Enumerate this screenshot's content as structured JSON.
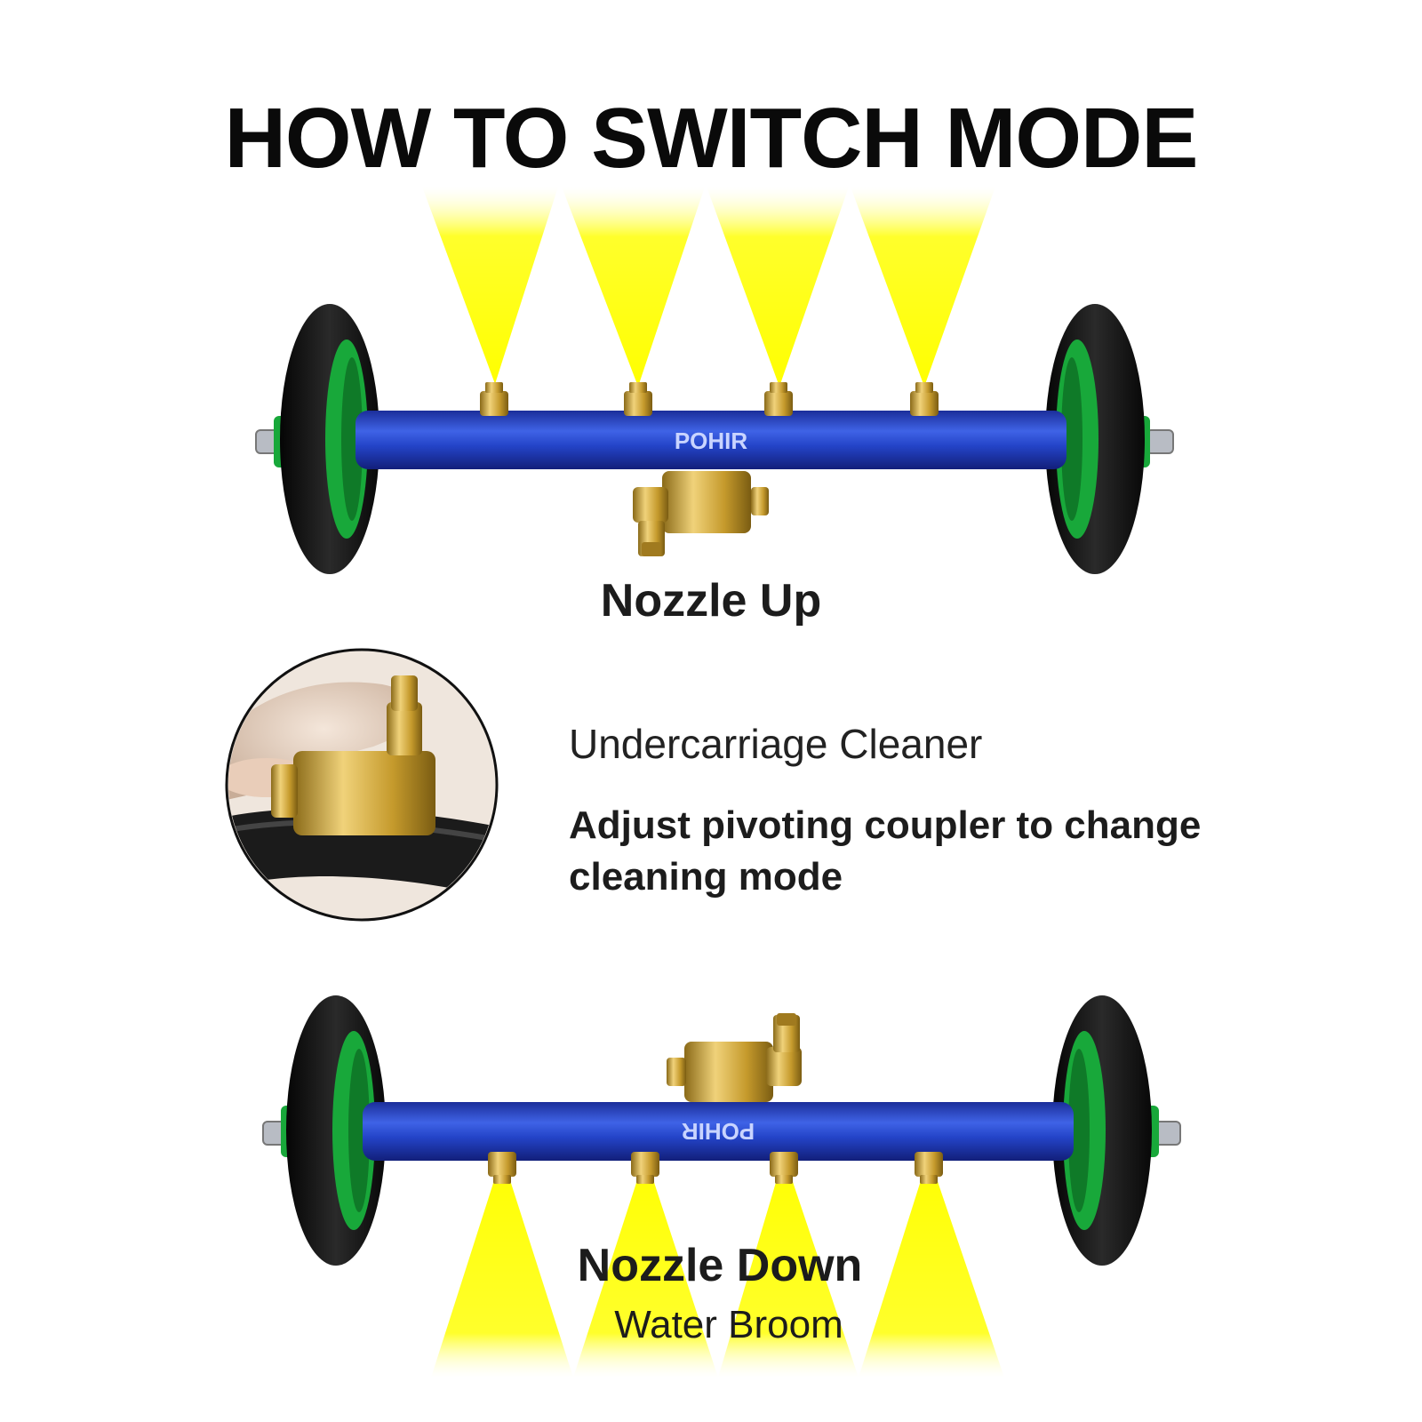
{
  "title": "HOW TO SWITCH MODE",
  "brand": "POHIR",
  "mode_up": {
    "label": "Nozzle Up"
  },
  "info": {
    "heading": "Undercarriage Cleaner",
    "body": "Adjust pivoting coupler to change cleaning mode"
  },
  "mode_down": {
    "label": "Nozzle Down",
    "sublabel": "Water Broom"
  },
  "colors": {
    "spray": "#ffff00",
    "tube": "#1a36b8",
    "wheel_hub": "#18a83a",
    "tire": "#151515",
    "brass": "#c9a23a"
  }
}
